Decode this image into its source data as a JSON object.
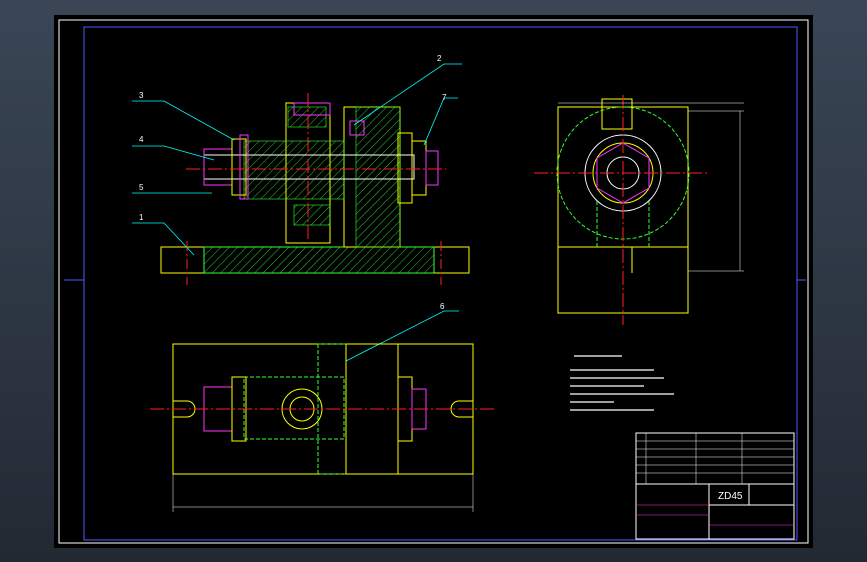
{
  "drawing": {
    "callouts": [
      "1",
      "2",
      "3",
      "4",
      "5",
      "6",
      "7"
    ],
    "title_block": {
      "drawing_number": "ZD45"
    }
  },
  "colors": {
    "background": "#000000",
    "viewport": "#2f3947",
    "frame_white": "#ffffff",
    "outline_yellow": "#ffff00",
    "hatch_green": "#33ff33",
    "center_red": "#ff2020",
    "leader_cyan": "#00ffff",
    "fastener_magenta": "#ff33ff",
    "accent_blue": "#5555ff"
  },
  "icons": {
    "center-mark": "crosshair",
    "hex-nut": "hexagon"
  }
}
